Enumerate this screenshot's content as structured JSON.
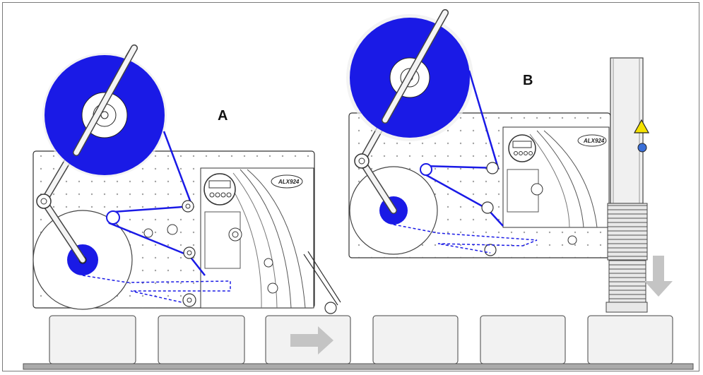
{
  "labels": {
    "machine_a": "A",
    "machine_b": "B",
    "brand_a": "ALX924",
    "brand_b": "ALX924"
  },
  "colors": {
    "label_roll": "#1a1ae6",
    "liner_path": "#1a1ae6",
    "box": "#f2f2f2",
    "conveyor": "#aaaaaa",
    "arrow": "#c4c4c4",
    "warning": "#f5e200"
  },
  "icons": [
    "laser-warning-icon",
    "blue-circle-logo-icon",
    "right-arrow-icon",
    "down-arrow-icon"
  ]
}
